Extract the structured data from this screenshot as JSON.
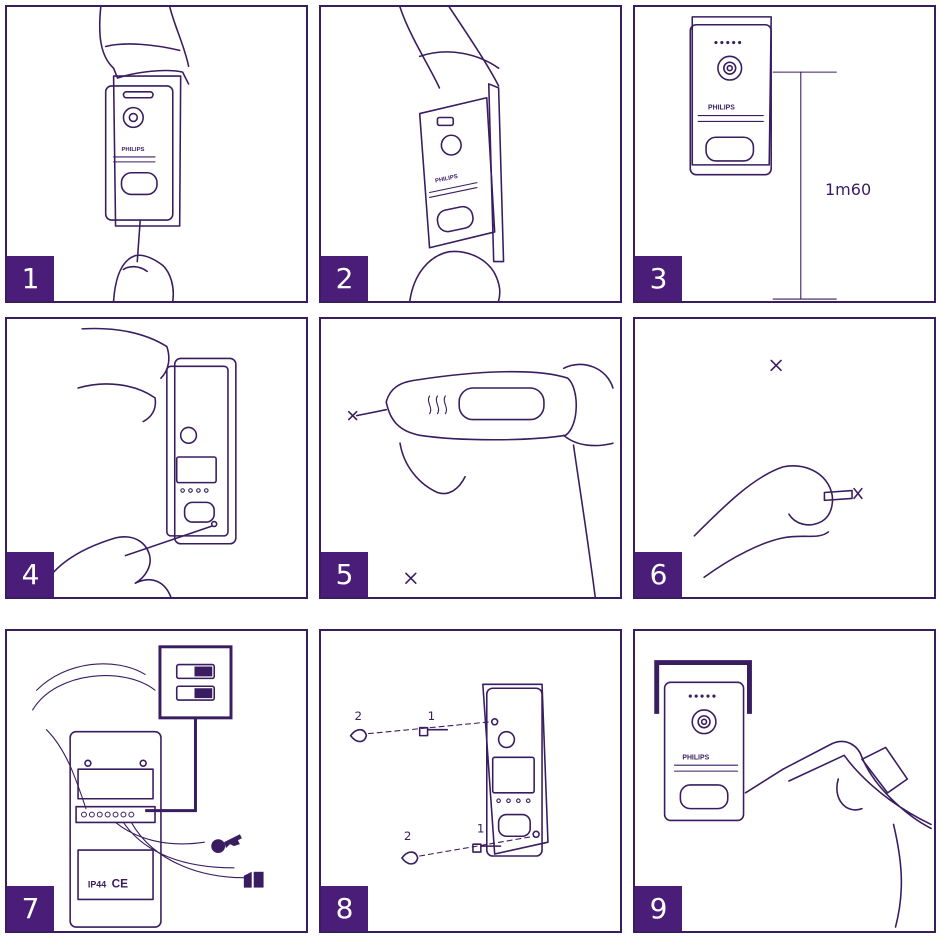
{
  "brand_text": "PHILIPS",
  "steps": [
    {
      "number": "1"
    },
    {
      "number": "2"
    },
    {
      "number": "3",
      "height_label": "1m60"
    },
    {
      "number": "4"
    },
    {
      "number": "5"
    },
    {
      "number": "6"
    },
    {
      "number": "7",
      "ip_rating": "IP44",
      "ce_mark": "CE"
    },
    {
      "number": "8",
      "part_labels": [
        "2",
        "1",
        "2",
        "1"
      ]
    },
    {
      "number": "9"
    }
  ],
  "colors": {
    "accent": "#4a1e78",
    "line": "#3a1d60",
    "background": "#ffffff"
  },
  "icons": [
    "key-icon",
    "gate-icon",
    "screw-icon",
    "wall-plug-icon",
    "hand-icon",
    "drill-icon",
    "silicone-gun-icon",
    "switch-icon"
  ]
}
